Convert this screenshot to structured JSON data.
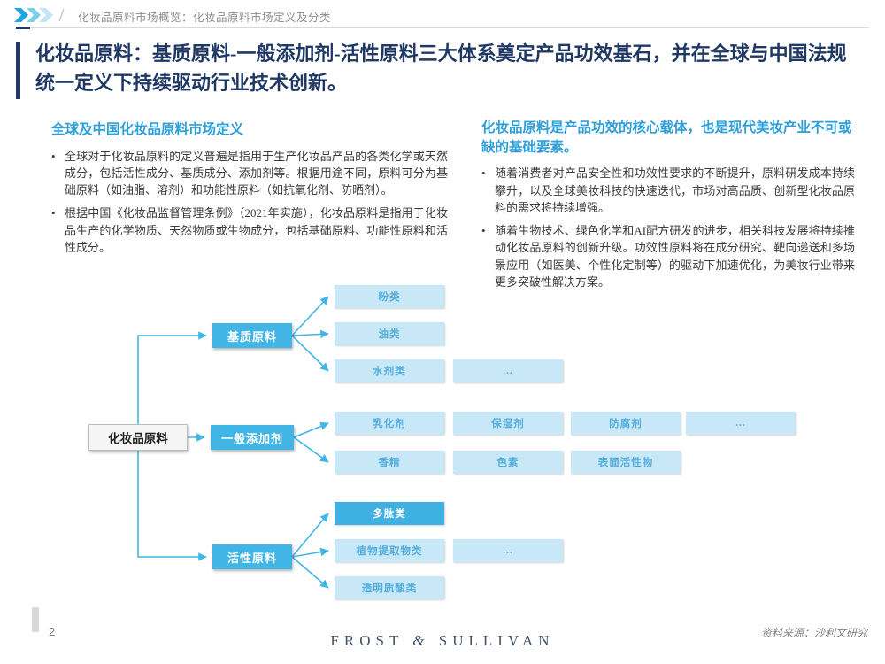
{
  "header": {
    "breadcrumb": "化妆品原料市场概览：化妆品原料市场定义及分类",
    "title": "化妆品原料：基质原料-一般添加剂-活性原料三大体系奠定产品功效基石，并在全球与中国法规统一定义下持续驱动行业技术创新。"
  },
  "left_section": {
    "heading": "全球及中国化妆品原料市场定义",
    "bullets": [
      "全球对于化妆品原料的定义普遍是指用于生产化妆品产品的各类化学或天然成分，包括活性成分、基质成分、添加剂等。根据用途不同，原料可分为基础原料（如油脂、溶剂）和功能性原料（如抗氧化剂、防晒剂）。",
      "根据中国《化妆品监督管理条例》（2021年实施），化妆品原料是指用于化妆品生产的化学物质、天然物质或生物成分，包括基础原料、功能性原料和活性成分。"
    ]
  },
  "right_section": {
    "heading": "化妆品原料是产品功效的核心载体，也是现代美妆产业不可或缺的基础要素。",
    "bullets": [
      "随着消费者对产品安全性和功效性要求的不断提升，原料研发成本持续攀升，以及全球美妆科技的快速迭代，市场对高品质、创新型化妆品原料的需求将持续增强。",
      "随着生物技术、绿色化学和AI配方研发的进步，相关科技发展将持续推动化妆品原料的创新升级。功效性原料将在成分研究、靶向递送和多场景应用（如医美、个性化定制等）的驱动下加速优化，为美妆行业带来更多突破性解决方案。"
    ]
  },
  "diagram": {
    "root": "化妆品原料",
    "branches": [
      "基质原料",
      "一般添加剂",
      "活性原料"
    ],
    "base_leaves": [
      "粉类",
      "油类",
      "水剂类",
      "…"
    ],
    "additive_row1": [
      "乳化剂",
      "保湿剂",
      "防腐剂",
      "…"
    ],
    "additive_row2": [
      "香精",
      "色素",
      "表面活性物"
    ],
    "active_leaves": [
      "多肽类",
      "植物提取物类",
      "…",
      "透明质酸类"
    ]
  },
  "footer": {
    "page_number": "2",
    "logo_frost": "FROST",
    "logo_amp": "&",
    "logo_sullivan": "SULLIVAN",
    "source": "资料来源：沙利文研究"
  },
  "colors": {
    "title_navy": "#1F3864",
    "heading_blue": "#2E9FD8",
    "branch_blue": "#41B6E6",
    "leaf_bg": "#C9E8F7",
    "leaf_text": "#54AEDD"
  }
}
